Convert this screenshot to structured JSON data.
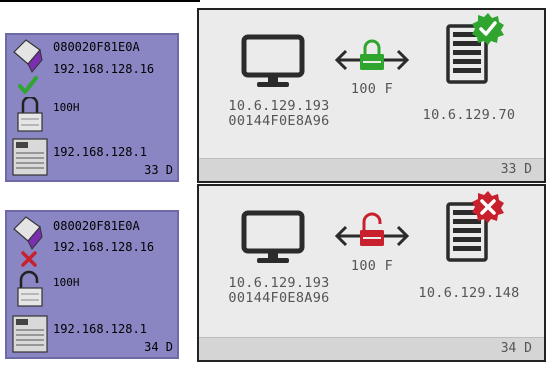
{
  "colors": {
    "panel_bg": "#8a86c3",
    "card_bg": "#ebebeb",
    "card_footer": "#d5d5d5",
    "ok": "#2fa52f",
    "error": "#c8202c",
    "text_gray": "#555555"
  },
  "panels": [
    {
      "mac": "080020F81E0A",
      "host_ip": "192.168.128.16",
      "status_icon": "green-check-icon",
      "lock_label": "100H",
      "lock_icon": "closed-padlock-icon",
      "server_ip": "192.168.128.1",
      "channel": "33 D"
    },
    {
      "mac": "080020F81E0A",
      "host_ip": "192.168.128.16",
      "status_icon": "red-x-icon",
      "lock_label": "100H",
      "lock_icon": "open-padlock-icon",
      "server_ip": "192.168.128.1",
      "channel": "34 D"
    }
  ],
  "cards": [
    {
      "client_ip": "10.6.129.193",
      "client_mac": "00144F0E8A96",
      "link_speed": "100 F",
      "link_icon": "green-closed-lock-icon",
      "server_ip": "10.6.129.70",
      "server_badge": "green-check-badge-icon",
      "footer": "33 D"
    },
    {
      "client_ip": "10.6.129.193",
      "client_mac": "00144F0E8A96",
      "link_speed": "100 F",
      "link_icon": "red-open-lock-icon",
      "server_ip": "10.6.129.148",
      "server_badge": "red-x-badge-icon",
      "footer": "34 D"
    }
  ]
}
